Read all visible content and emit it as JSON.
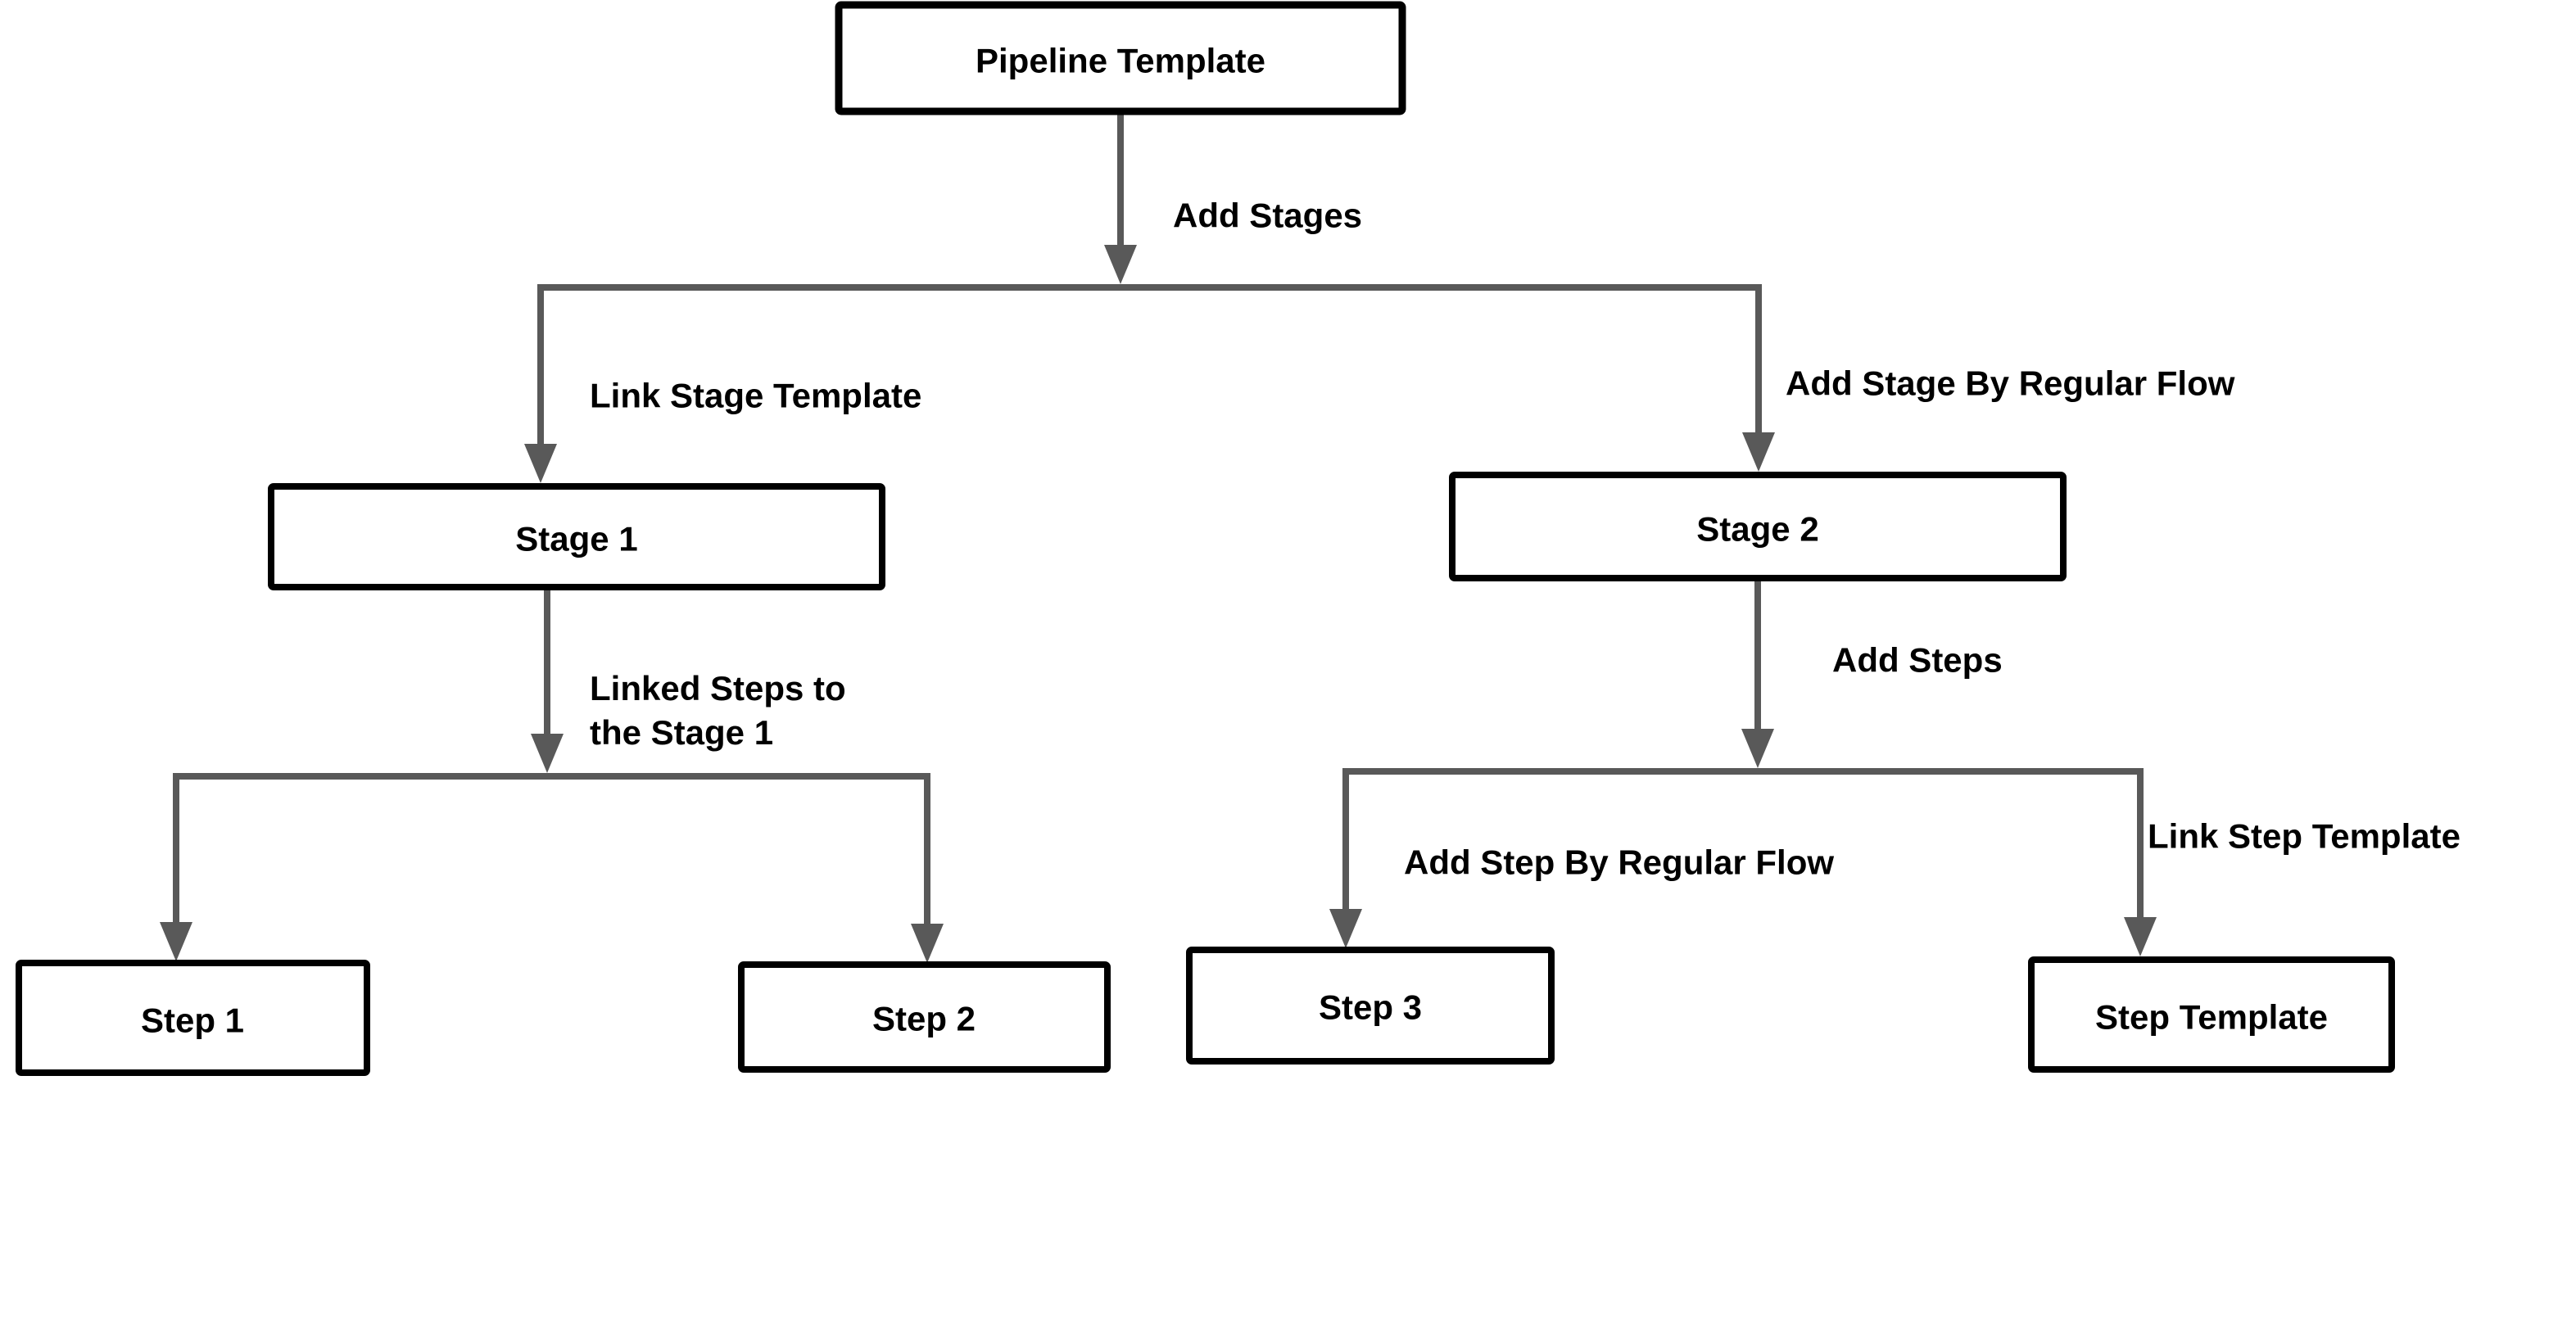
{
  "diagram": {
    "background_color": "#ffffff",
    "colors": {
      "box_fill": "#ffffff",
      "box_border": "#000000",
      "connector": "#595959",
      "text": "#000000"
    },
    "nodes": {
      "pipeline_template": {
        "label": "Pipeline Template"
      },
      "stage_1": {
        "label": "Stage 1"
      },
      "stage_2": {
        "label": "Stage 2"
      },
      "step_1": {
        "label": "Step 1"
      },
      "step_2": {
        "label": "Step 2"
      },
      "step_3": {
        "label": "Step 3"
      },
      "step_template": {
        "label": "Step Template"
      }
    },
    "edge_labels": {
      "add_stages": {
        "text": "Add Stages"
      },
      "link_stage_template": {
        "text": "Link Stage Template"
      },
      "add_stage_by_regular_flow": {
        "text": "Add Stage By Regular Flow"
      },
      "linked_steps_to_stage_1": {
        "lines": [
          "Linked Steps to",
          "the Stage 1"
        ]
      },
      "add_steps": {
        "text": "Add Steps"
      },
      "add_step_by_regular_flow": {
        "text": "Add Step By Regular Flow"
      },
      "link_step_template": {
        "text": "Link Step Template"
      }
    },
    "edges": [
      {
        "from": "Pipeline Template",
        "to": "Stage 1, Stage 2",
        "label": "Add Stages"
      },
      {
        "from": "Add Stages split",
        "to": "Stage 1",
        "label": "Link Stage Template"
      },
      {
        "from": "Add Stages split",
        "to": "Stage 2",
        "label": "Add Stage By Regular Flow"
      },
      {
        "from": "Stage 1",
        "to": "Step 1, Step 2",
        "label": "Linked Steps to the Stage 1"
      },
      {
        "from": "Stage 1 split",
        "to": "Step 1",
        "label": ""
      },
      {
        "from": "Stage 1 split",
        "to": "Step 2",
        "label": ""
      },
      {
        "from": "Stage 2",
        "to": "Step 3, Step Template",
        "label": "Add Steps"
      },
      {
        "from": "Stage 2 split",
        "to": "Step 3",
        "label": "Add Step By Regular Flow"
      },
      {
        "from": "Stage 2 split",
        "to": "Step Template",
        "label": "Link Step Template"
      }
    ]
  }
}
